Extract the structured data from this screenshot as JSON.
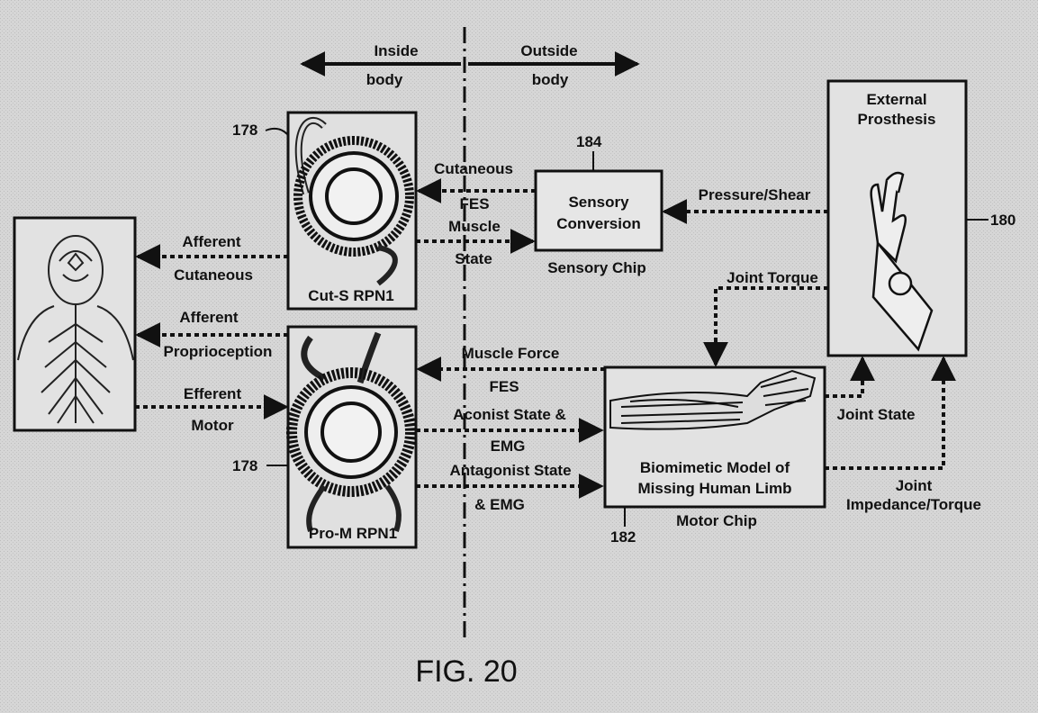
{
  "figure": {
    "caption": "FIG. 20"
  },
  "regions": {
    "inside_line1": "Inside",
    "inside_line2": "body",
    "outside_line1": "Outside",
    "outside_line2": "body"
  },
  "refs": {
    "cut_s": "178",
    "pro_m": "178",
    "sensory_chip": "184",
    "prosthesis": "180",
    "motor_chip": "182"
  },
  "blocks": {
    "cut_s_label": "Cut-S RPN1",
    "pro_m_label": "Pro-M RPN1",
    "sensory_line1": "Sensory",
    "sensory_line2": "Conversion",
    "sensory_chip": "Sensory Chip",
    "prosthesis_line1": "External",
    "prosthesis_line2": "Prosthesis",
    "model_line1": "Biomimetic Model of",
    "model_line2": "Missing Human Limb",
    "motor_chip": "Motor Chip"
  },
  "signals": {
    "afferent_cut_1": "Afferent",
    "afferent_cut_2": "Cutaneous",
    "afferent_prop_1": "Afferent",
    "afferent_prop_2": "Proprioception",
    "efferent_1": "Efferent",
    "efferent_2": "Motor",
    "cutaneous": "Cutaneous",
    "fes_muscle_1": "FES",
    "fes_muscle_2": "Muscle",
    "fes_muscle_3": "State",
    "pressure": "Pressure/Shear",
    "joint_torque": "Joint Torque",
    "muscle_force": "Muscle Force",
    "fes": "FES",
    "agonist_1": "Aconist State &",
    "agonist_2": "EMG",
    "antagonist_1": "Antagonist State",
    "antagonist_2": "& EMG",
    "joint_state": "Joint State",
    "joint_imp_1": "Joint",
    "joint_imp_2": "Impedance/Torque"
  }
}
